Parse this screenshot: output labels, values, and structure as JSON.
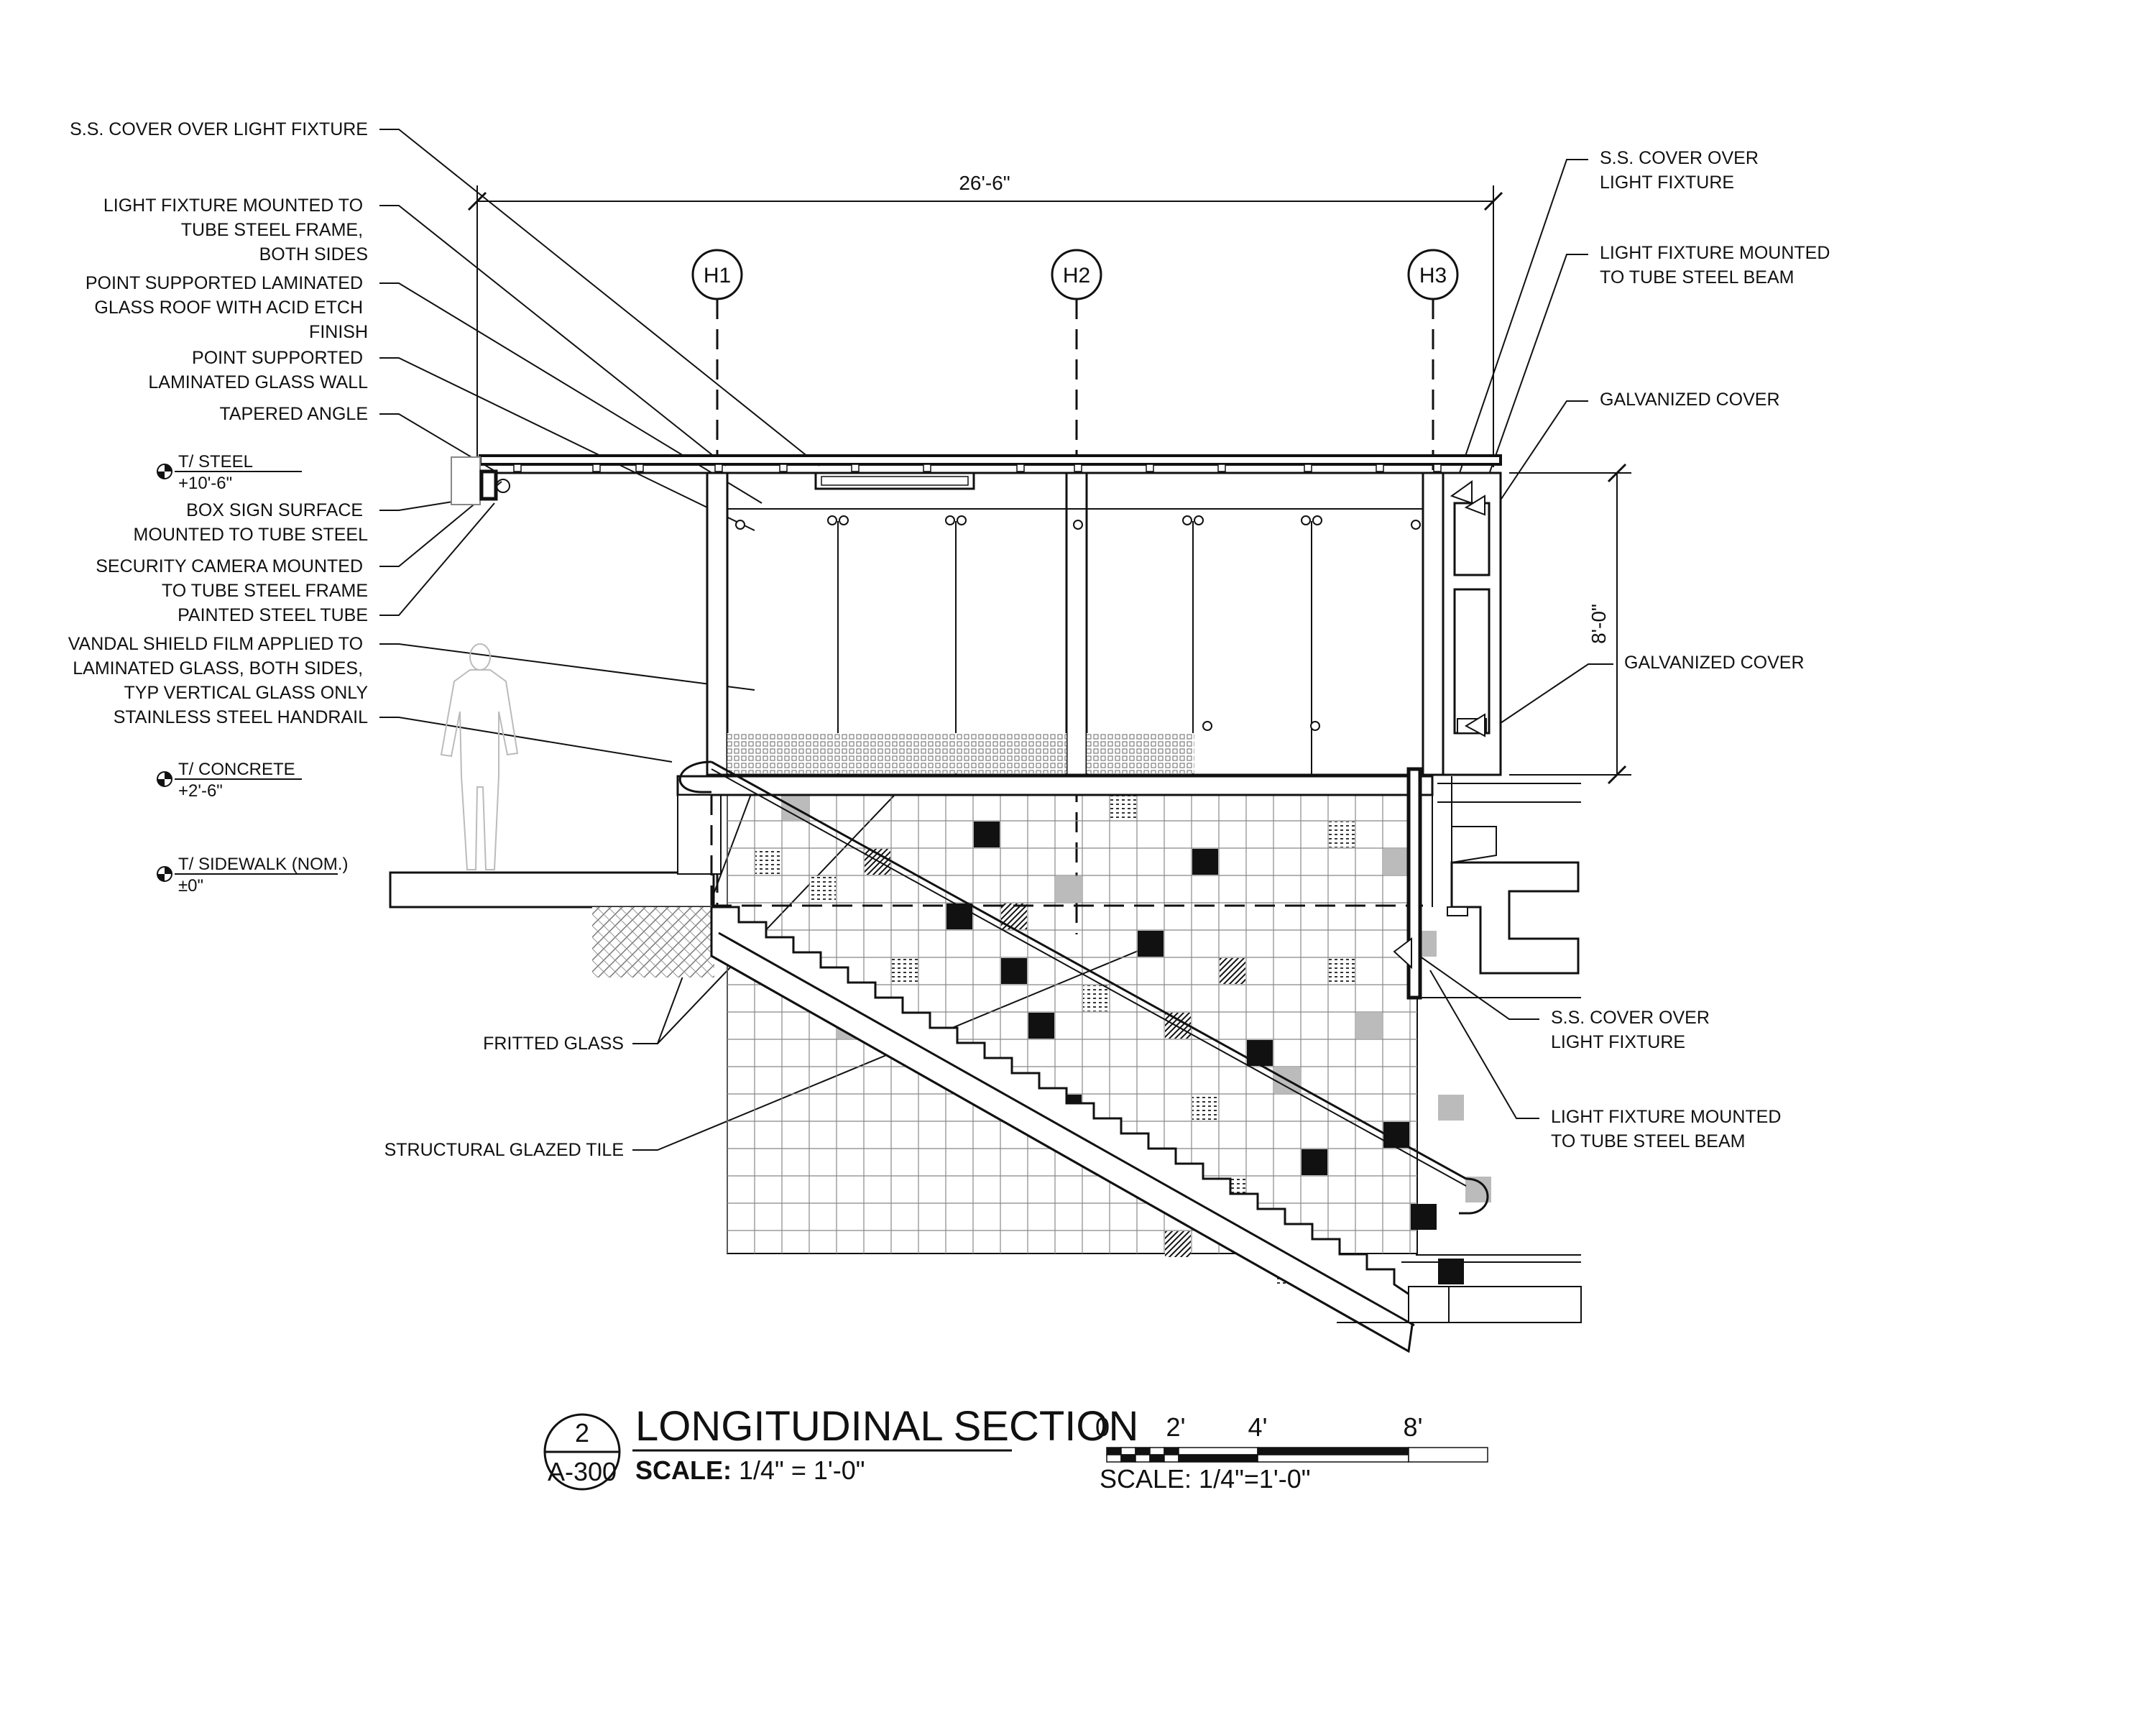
{
  "left_labels": [
    {
      "id": "ss-cover-1",
      "lines": [
        "S.S. COVER OVER LIGHT FIXTURE"
      ]
    },
    {
      "id": "light-frame",
      "lines": [
        "LIGHT FIXTURE MOUNTED TO",
        "TUBE STEEL FRAME,",
        "BOTH SIDES"
      ]
    },
    {
      "id": "glass-roof",
      "lines": [
        "POINT SUPPORTED LAMINATED",
        "GLASS ROOF WITH ACID ETCH",
        "FINISH"
      ]
    },
    {
      "id": "glass-wall",
      "lines": [
        "POINT SUPPORTED",
        "LAMINATED GLASS WALL"
      ]
    },
    {
      "id": "tapered-angle",
      "lines": [
        "TAPERED ANGLE"
      ]
    },
    {
      "id": "box-sign",
      "lines": [
        "BOX SIGN SURFACE",
        "MOUNTED TO TUBE STEEL"
      ]
    },
    {
      "id": "security-camera",
      "lines": [
        "SECURITY CAMERA MOUNTED",
        "TO TUBE STEEL FRAME"
      ]
    },
    {
      "id": "painted-tube",
      "lines": [
        "PAINTED STEEL TUBE"
      ]
    },
    {
      "id": "vandal-film",
      "lines": [
        "VANDAL SHIELD FILM APPLIED TO",
        "LAMINATED GLASS, BOTH SIDES,",
        "TYP VERTICAL GLASS ONLY"
      ]
    },
    {
      "id": "handrail",
      "lines": [
        "STAINLESS STEEL HANDRAIL"
      ]
    },
    {
      "id": "fritted-glass",
      "lines": [
        "FRITTED GLASS"
      ]
    },
    {
      "id": "glazed-tile",
      "lines": [
        "STRUCTURAL GLAZED TILE"
      ]
    }
  ],
  "right_labels": [
    {
      "id": "ss-cover-2",
      "lines": [
        "S.S. COVER OVER",
        "LIGHT FIXTURE"
      ]
    },
    {
      "id": "light-beam-1",
      "lines": [
        "LIGHT FIXTURE MOUNTED",
        "TO TUBE STEEL BEAM"
      ]
    },
    {
      "id": "galv-cover-1",
      "lines": [
        "GALVANIZED COVER"
      ]
    },
    {
      "id": "galv-cover-2",
      "lines": [
        "GALVANIZED COVER"
      ]
    },
    {
      "id": "ss-cover-3",
      "lines": [
        "S.S. COVER OVER",
        "LIGHT FIXTURE"
      ]
    },
    {
      "id": "light-beam-2",
      "lines": [
        "LIGHT FIXTURE MOUNTED",
        "TO TUBE STEEL BEAM"
      ]
    }
  ],
  "elevations": [
    {
      "id": "t-steel",
      "name": "T/ STEEL",
      "value": "+10'-6\""
    },
    {
      "id": "t-concrete",
      "name": "T/ CONCRETE",
      "value": "+2'-6\""
    },
    {
      "id": "t-sidewalk",
      "name": "T/ SIDEWALK (NOM.)",
      "value": "±0\""
    }
  ],
  "gridlines": [
    "H1",
    "H2",
    "H3"
  ],
  "dimensions": {
    "overall_length": "26'-6\"",
    "canopy_height": "8'-0\""
  },
  "title_block": {
    "detail_number": "2",
    "sheet": "A-300",
    "title": "LONGITUDINAL SECTION",
    "scale_prefix": "SCALE:",
    "scale_value": " 1/4\"  =  1'-0\""
  },
  "scale_bar": {
    "ticks": [
      "0",
      "2'",
      "4'",
      "8'"
    ],
    "label": "SCALE:  1/4\"=1'-0\""
  }
}
